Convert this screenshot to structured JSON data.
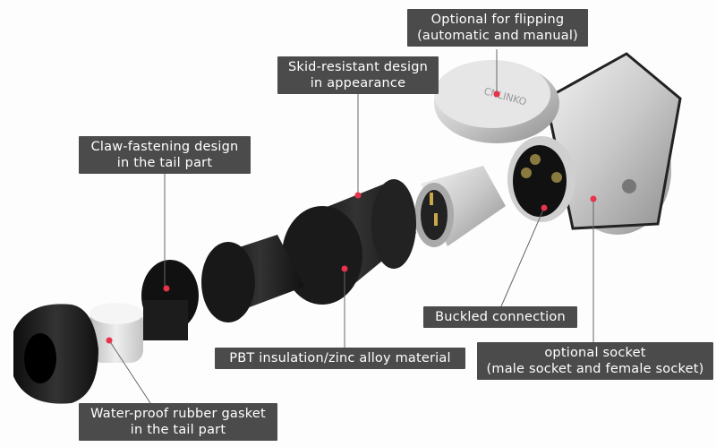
{
  "callouts": {
    "flipping": {
      "line1": "Optional for flipping",
      "line2": "(automatic and manual)"
    },
    "skid": {
      "line1": "Skid-resistant design",
      "line2": "in appearance"
    },
    "claw": {
      "line1": "Claw-fastening design",
      "line2": "in the tail part"
    },
    "buckled": {
      "line1": "Buckled connection"
    },
    "socket": {
      "line1": "optional socket",
      "line2": "(male socket and female socket)"
    },
    "material": {
      "line1": "PBT insulation/zinc alloy material"
    },
    "gasket": {
      "line1": "Water-proof rubber gasket",
      "line2": "in the tail part"
    }
  },
  "logo": "CNLINKO",
  "colors": {
    "label_bg": "#4b4b4b",
    "dot": "#e8334a",
    "line": "#666666"
  }
}
